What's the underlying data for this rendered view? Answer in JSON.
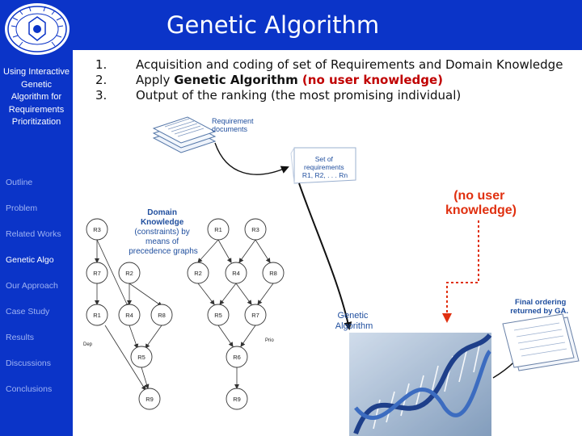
{
  "slide": {
    "title": "Genetic Algorithm",
    "subtitle": "Using Interactive Genetic Algorithm for Requirements Prioritization"
  },
  "nav": {
    "items": [
      "Outline",
      "Problem",
      "Related Works",
      "Genetic Algo",
      "Our Approach",
      "Case Study",
      "Results",
      "Discussions",
      "Conclusions"
    ],
    "active_index": 3
  },
  "steps": [
    {
      "num": "1.",
      "text": "Acquisition and coding of set of Requirements and Domain Knowledge"
    },
    {
      "num": "2.",
      "pre": "Apply ",
      "bold": "Genetic Algorithm",
      "red": " (no user knowledge)"
    },
    {
      "num": "3.",
      "text": "Output of the ranking (the most promising individual)"
    }
  ],
  "diagram": {
    "requirement_documents": [
      "Requirement",
      "documents"
    ],
    "set_of_requirements": [
      "Set of",
      "requirements",
      "R1, R2, . . . Rn"
    ],
    "domain_knowledge": [
      "Domain",
      "Knowledge",
      "(constraints) by",
      "means of",
      "precedence graphs"
    ],
    "no_user_knowledge": [
      "(no user",
      "knowledge)"
    ],
    "genetic_algorithm": [
      "Genetic",
      "Algorithm"
    ],
    "final_ordering": [
      "Final ordering",
      "returned by GA."
    ],
    "dep_label": "Dep",
    "prio_label": "Prio",
    "graph1_nodes": [
      "R3",
      "R7",
      "R2",
      "R1",
      "R4",
      "R8",
      "R5",
      "R9"
    ],
    "graph2_nodes": [
      "R1",
      "R3",
      "R2",
      "R4",
      "R8",
      "R5",
      "R7",
      "R6",
      "R9"
    ],
    "colors": {
      "primary": "#0b34c8",
      "accent_red": "#c00000",
      "arrow_red": "#e03010",
      "label_blue": "#1f4e9e"
    }
  }
}
